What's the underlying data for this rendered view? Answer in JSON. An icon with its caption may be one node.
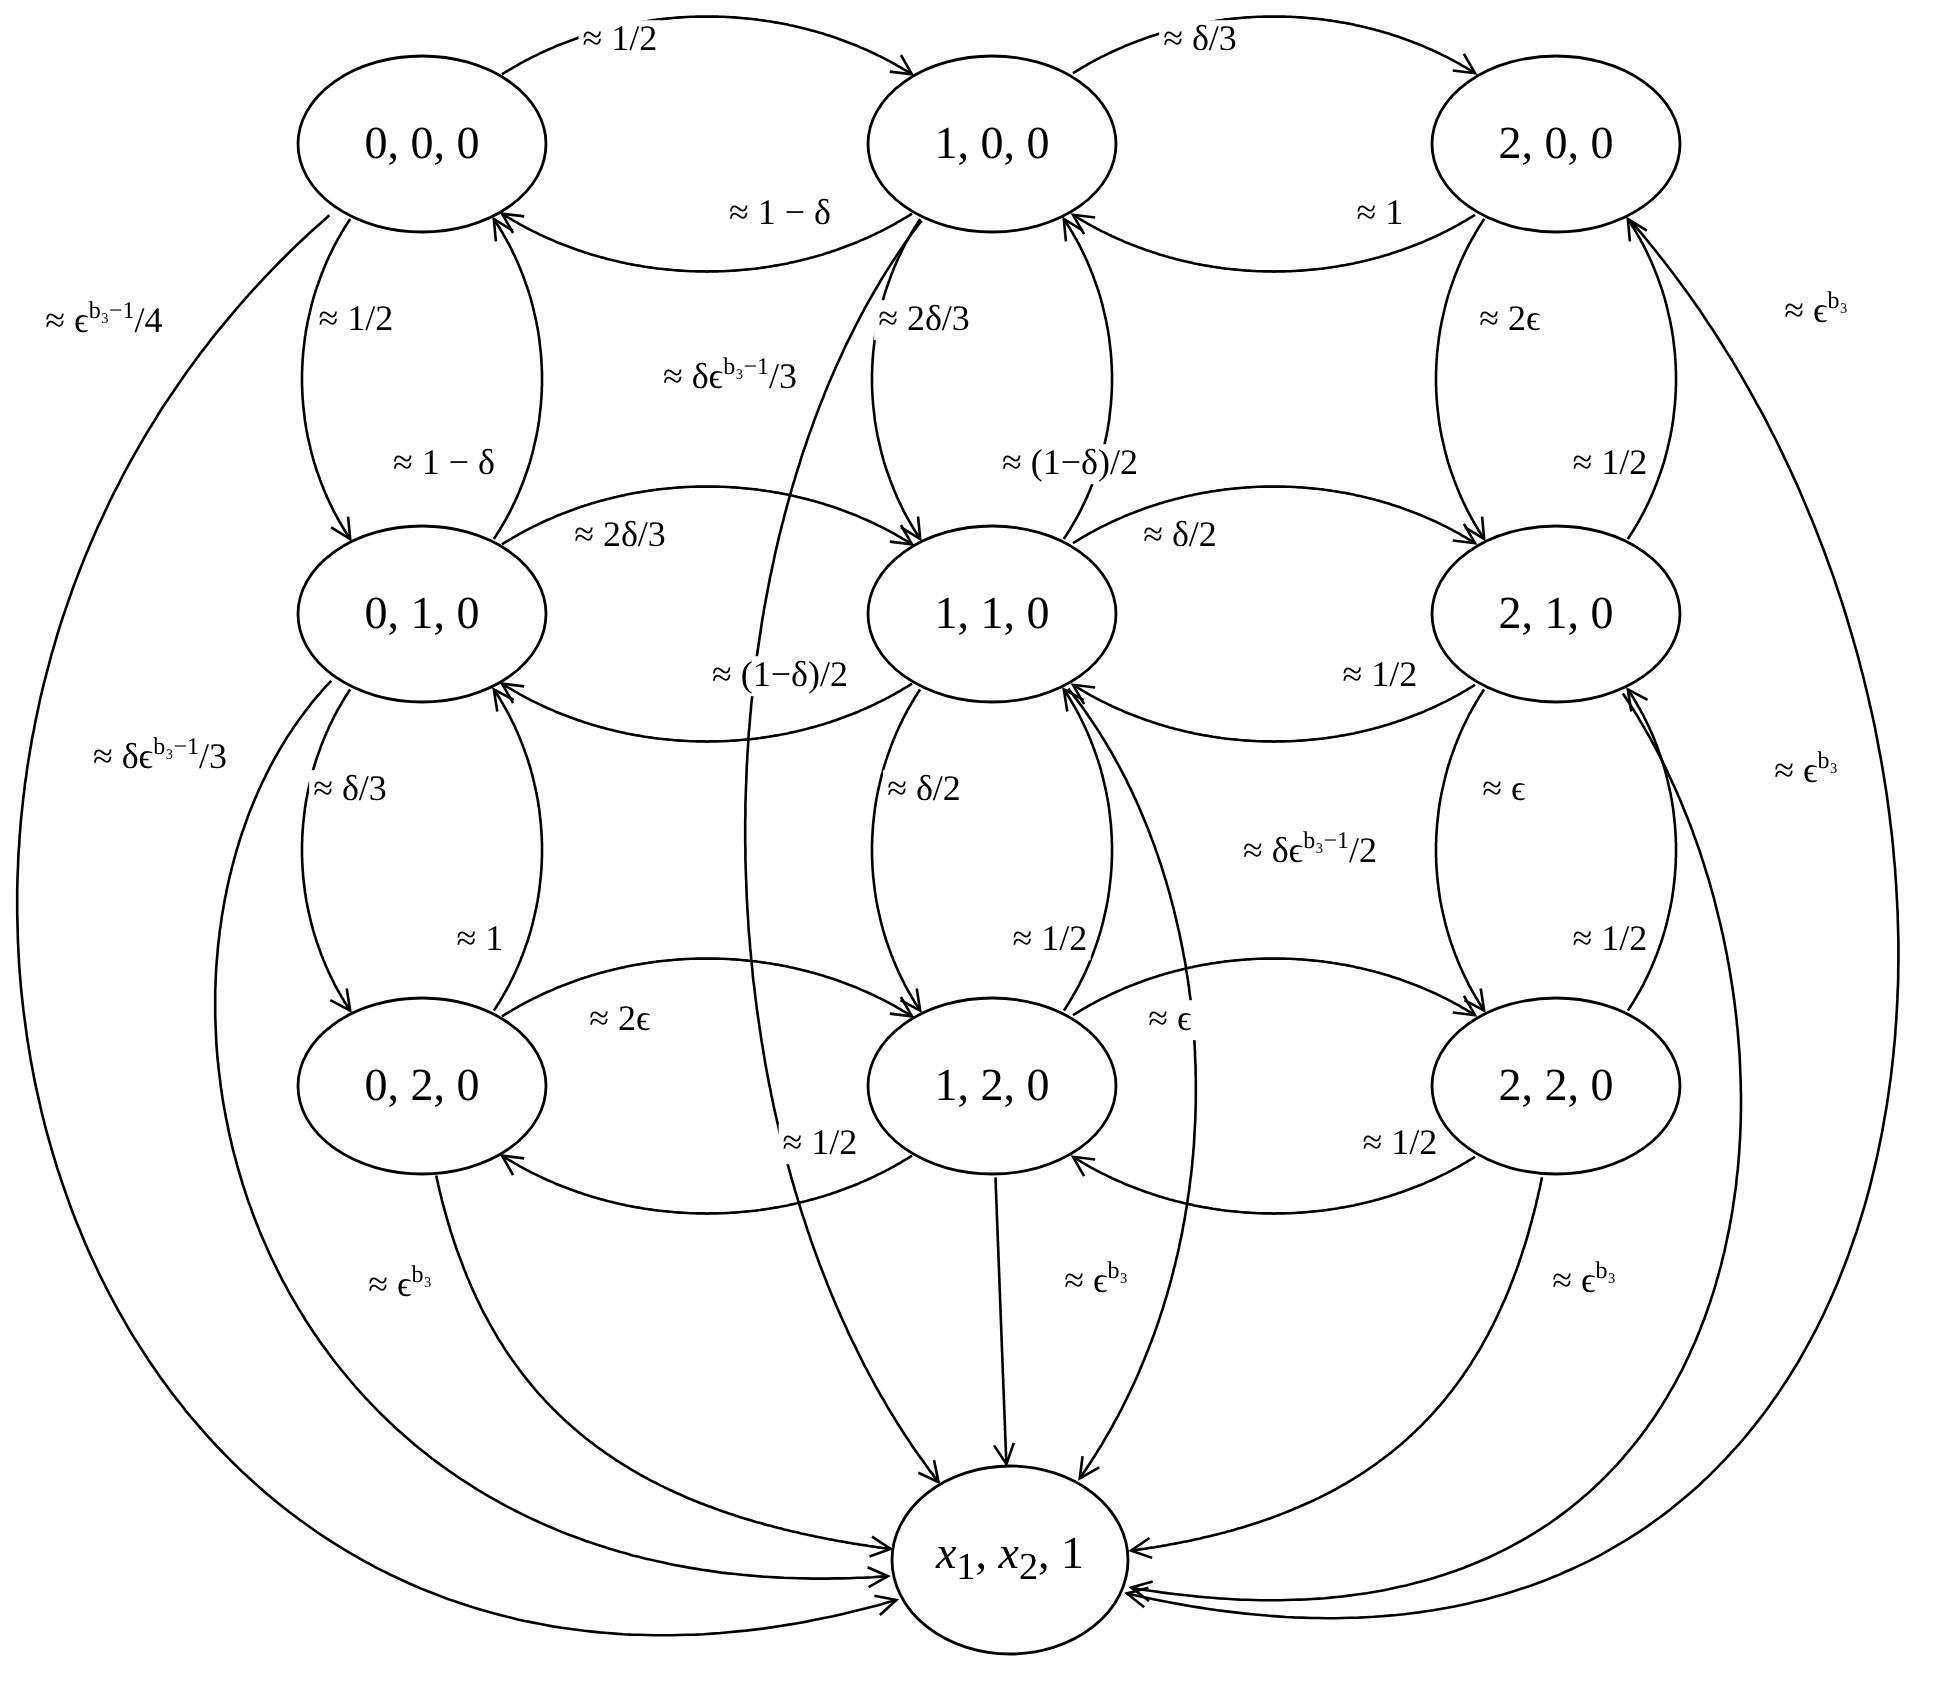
{
  "diagram": {
    "nodes": [
      {
        "text": [
          "0, 0, 0"
        ]
      },
      {
        "text": [
          "1, 0, 0"
        ]
      },
      {
        "text": [
          "2, 0, 0"
        ]
      },
      {
        "text": [
          "0, 1, 0"
        ]
      },
      {
        "text": [
          "1, 1, 0"
        ]
      },
      {
        "text": [
          "2, 1, 0"
        ]
      },
      {
        "text": [
          "0, 2, 0"
        ]
      },
      {
        "text": [
          "1, 2, 0"
        ]
      },
      {
        "text": [
          "2, 2, 0"
        ]
      },
      {
        "text": [
          "*x*$_{1}$, *x*$_{2}$, 1"
        ]
      }
    ],
    "edges": [
      {
        "from": 0,
        "to": 1,
        "arrow": "to",
        "label": "≈ 1/2"
      },
      {
        "from": 1,
        "to": 0,
        "arrow": "to",
        "label": "≈ 1 − δ"
      },
      {
        "from": 1,
        "to": 2,
        "arrow": "to",
        "label": "≈ δ/3"
      },
      {
        "from": 2,
        "to": 1,
        "arrow": "to",
        "label": "≈ 1"
      },
      {
        "from": 3,
        "to": 4,
        "arrow": "to",
        "label": "≈ 2δ/3"
      },
      {
        "from": 4,
        "to": 3,
        "arrow": "to",
        "label": "≈ (1−δ)/2"
      },
      {
        "from": 4,
        "to": 5,
        "arrow": "to",
        "label": "≈ δ/2"
      },
      {
        "from": 5,
        "to": 4,
        "arrow": "to",
        "label": "≈ 1/2"
      },
      {
        "from": 6,
        "to": 7,
        "arrow": "to",
        "label": "≈ 2ϵ"
      },
      {
        "from": 7,
        "to": 6,
        "arrow": "to",
        "label": "≈ 1/2"
      },
      {
        "from": 7,
        "to": 8,
        "arrow": "to",
        "label": "≈ ϵ"
      },
      {
        "from": 8,
        "to": 7,
        "arrow": "to",
        "label": "≈ 1/2"
      },
      {
        "from": 0,
        "to": 3,
        "arrow": "to",
        "label": "≈ 1/2"
      },
      {
        "from": 3,
        "to": 0,
        "arrow": "to",
        "label": "≈ 1 − δ"
      },
      {
        "from": 1,
        "to": 4,
        "arrow": "to",
        "label": "≈ 2δ/3"
      },
      {
        "from": 4,
        "to": 1,
        "arrow": "to",
        "label": "≈ (1−δ)/2"
      },
      {
        "from": 2,
        "to": 5,
        "arrow": "to",
        "label": "≈ 2ϵ"
      },
      {
        "from": 5,
        "to": 2,
        "arrow": "to",
        "label": "≈ 1/2"
      },
      {
        "from": 3,
        "to": 6,
        "arrow": "to",
        "label": "≈ δ/3"
      },
      {
        "from": 6,
        "to": 3,
        "arrow": "to",
        "label": "≈ 1"
      },
      {
        "from": 4,
        "to": 7,
        "arrow": "to",
        "label": "≈ δ/2"
      },
      {
        "from": 7,
        "to": 4,
        "arrow": "to",
        "label": "≈ 1/2"
      },
      {
        "from": 5,
        "to": 8,
        "arrow": "to",
        "label": "≈ ϵ"
      },
      {
        "from": 8,
        "to": 5,
        "arrow": "to",
        "label": "≈ 1/2"
      },
      {
        "from": 0,
        "to": 9,
        "arrow": "to",
        "label": "≈ ϵ$^{b₃−1}$/4"
      },
      {
        "from": 1,
        "to": 9,
        "arrow": "to",
        "label": "≈ δϵ$^{b₃−1}$/3"
      },
      {
        "from": 3,
        "to": 9,
        "arrow": "to",
        "label": "≈ δϵ$^{b₃−1}$/3"
      },
      {
        "from": 4,
        "to": 9,
        "arrow": "to",
        "label": "≈ δϵ$^{b₃−1}$/2"
      },
      {
        "from": 2,
        "to": 9,
        "arrow": "to",
        "label": "≈ ϵ$^{b₃}$"
      },
      {
        "from": 5,
        "to": 9,
        "arrow": "to",
        "label": "≈ ϵ$^{b₃}$"
      },
      {
        "from": 6,
        "to": 9,
        "arrow": "to",
        "label": "≈ ϵ$^{b₃}$"
      },
      {
        "from": 7,
        "to": 9,
        "arrow": "to",
        "label": "≈ ϵ$^{b₃}$"
      },
      {
        "from": 8,
        "to": 9,
        "arrow": "to",
        "label": "≈ ϵ$^{b₃}$"
      }
    ]
  }
}
